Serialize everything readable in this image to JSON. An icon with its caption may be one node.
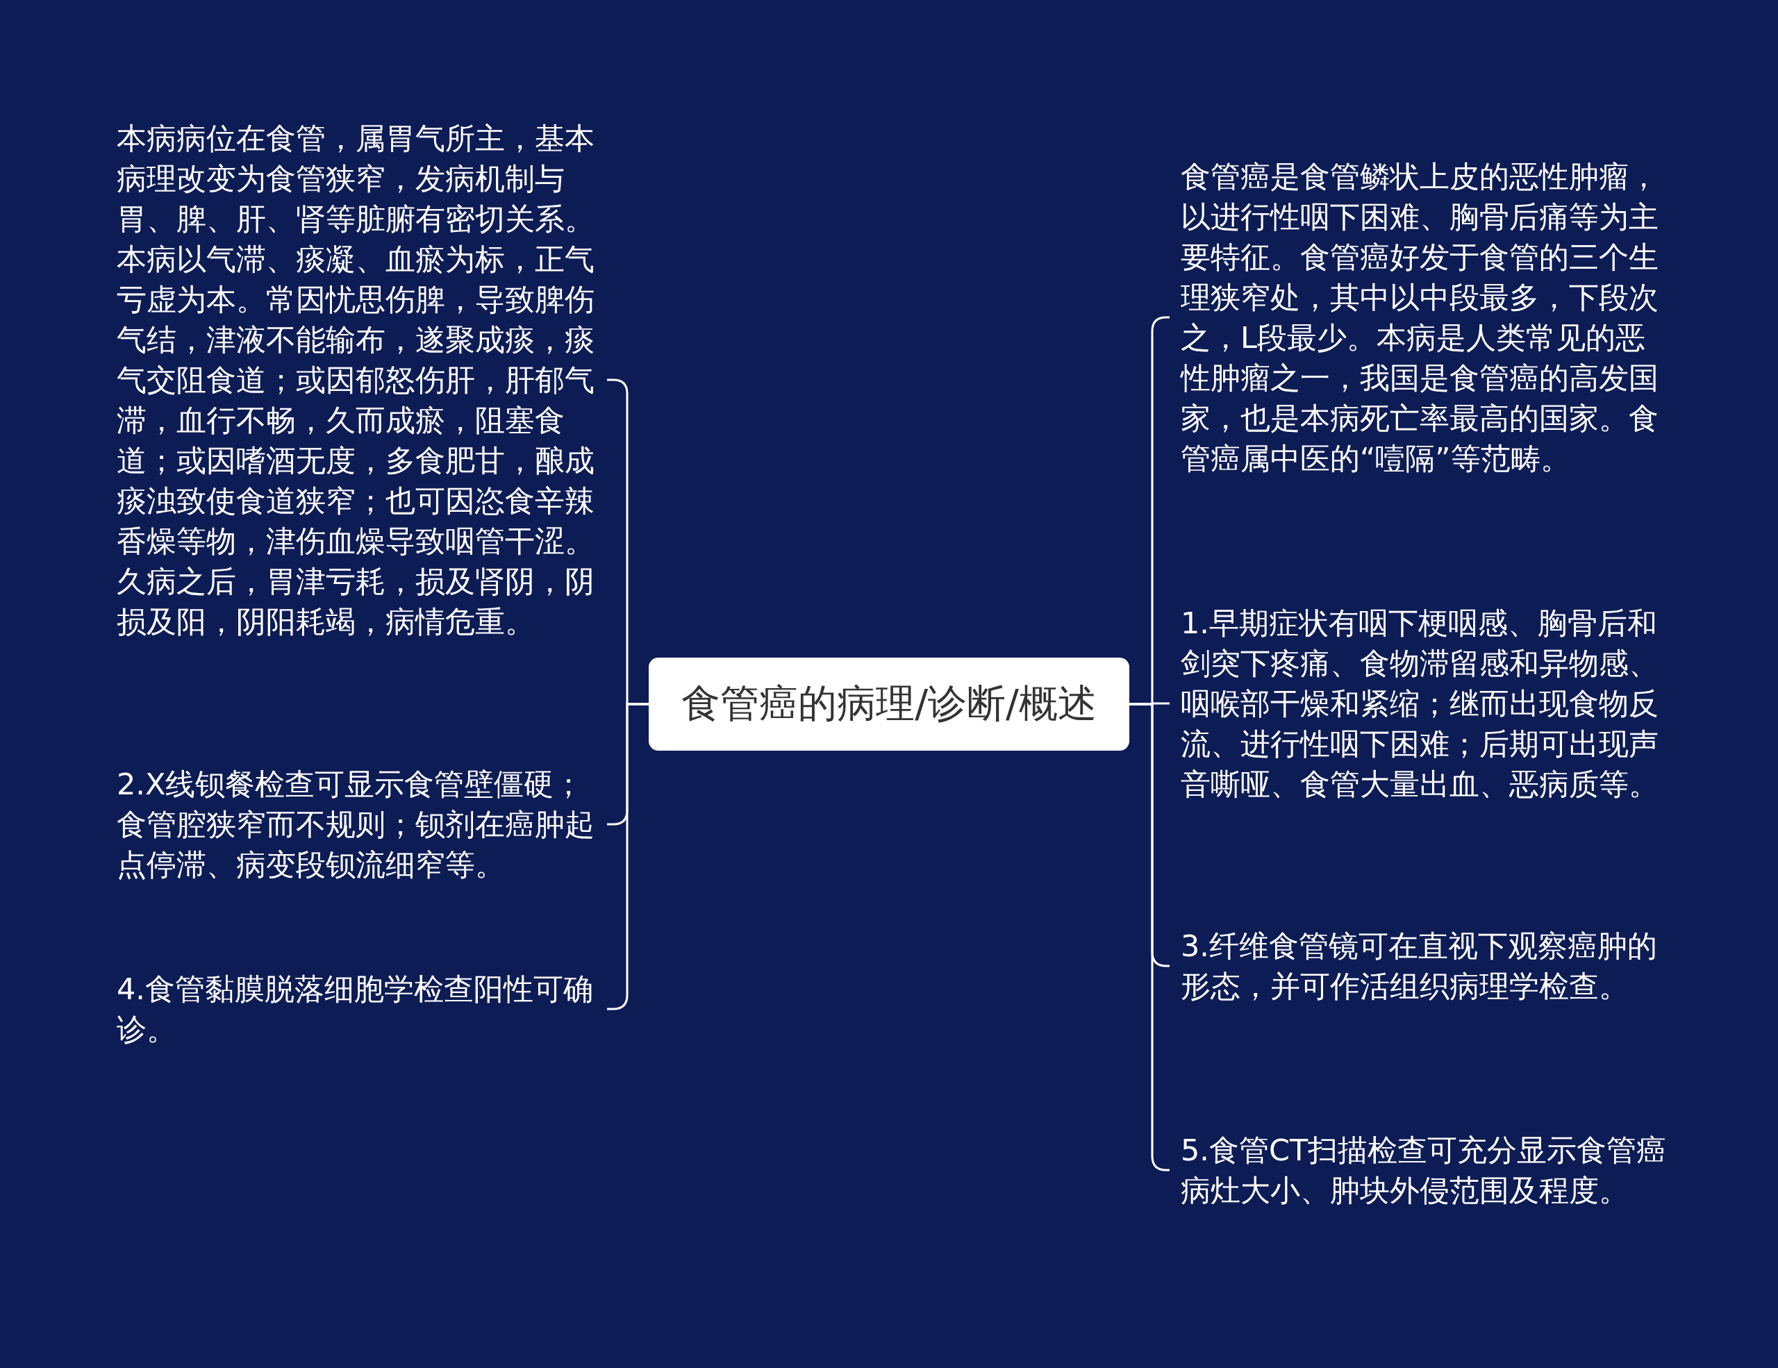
{
  "diagram": {
    "nodes": [
      {
        "text": [
          "食管癌的病理/诊断/概述"
        ]
      },
      {
        "text": [
          "本病病位在食管，属胃气所主，基本病理改变为食管狭窄，发病机制与胃、脾、肝、肾等脏腑有密切关系。本病以气滞、痰凝、血瘀为标，正气亏虚为本。常因忧思伤脾，导致脾伤气结，津液不能输布，遂聚成痰，痰气交阻食道；或因郁怒伤肝，肝郁气滞，血行不畅，久而成瘀，阻塞食道；或因嗜酒无度，多食肥甘，酿成痰浊致使食道狭窄；也可因恣食辛辣香燥等物，津伤血燥导致咽管干涩。久病之后，胃津亏耗，损及肾阴，阴损及阳，阴阳耗竭，病情危重。"
        ]
      },
      {
        "text": [
          "2.X线钡餐检查可显示食管壁僵硬；食管腔狭窄而不规则；钡剂在癌肿起点停滞、病变段钡流细窄等。"
        ]
      },
      {
        "text": [
          "4.食管黏膜脱落细胞学检查阳性可确诊。"
        ]
      },
      {
        "text": [
          "食管癌是食管鳞状上皮的恶性肿瘤，以进行性咽下困难、胸骨后痛等为主要特征。食管癌好发于食管的三个生理狭窄处，其中以中段最多，下段次之，L段最少。本病是人类常见的恶性肿瘤之一，我国是食管癌的高发国家，也是本病死亡率最高的国家。食管癌属中医的“噎隔”等范畴。"
        ]
      },
      {
        "text": [
          "1.早期症状有咽下梗咽感、胸骨后和剑突下疼痛、食物滞留感和异物感、咽喉部干燥和紧缩；继而出现食物反流、进行性咽下困难；后期可出现声音嘶哑、食管大量出血、恶病质等。"
        ]
      },
      {
        "text": [
          "3.纤维食管镜可在直视下观察癌肿的形态，并可作活组织病理学检查。"
        ]
      },
      {
        "text": [
          "5.食管CT扫描检查可充分显示食管癌病灶大小、肿块外侵范围及程度。"
        ]
      }
    ],
    "edges": [
      {
        "from": 0,
        "to": 1,
        "arrow": "none"
      },
      {
        "from": 0,
        "to": 2,
        "arrow": "none"
      },
      {
        "from": 0,
        "to": 3,
        "arrow": "none"
      },
      {
        "from": 0,
        "to": 4,
        "arrow": "none"
      },
      {
        "from": 0,
        "to": 5,
        "arrow": "none"
      },
      {
        "from": 0,
        "to": 6,
        "arrow": "none"
      },
      {
        "from": 0,
        "to": 7,
        "arrow": "none"
      }
    ]
  }
}
